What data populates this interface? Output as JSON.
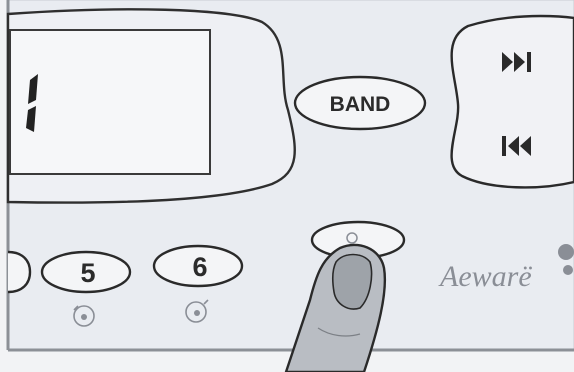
{
  "display": {
    "digit": "1"
  },
  "buttons": {
    "band_label": "BAND",
    "next_track_icon": "next-track-icon",
    "previous_track_icon": "previous-track-icon",
    "preset_5_label": "5",
    "preset_6_label": "6"
  },
  "brand": {
    "logo_text": "Aewarë"
  },
  "colors": {
    "panel_bg": "#e9ecf1",
    "outline": "#3a3a3a",
    "finger_fill": "#b9bdc3",
    "nail_fill": "#9ea3a9"
  }
}
